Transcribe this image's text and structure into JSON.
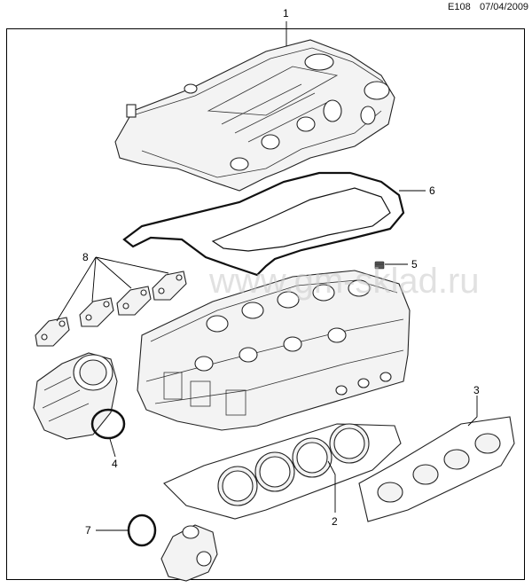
{
  "header": {
    "code": "E108",
    "date": "07/04/2009"
  },
  "watermark": "www.gm-sklad.ru",
  "callouts": [
    {
      "id": "1",
      "label": "1"
    },
    {
      "id": "2",
      "label": "2"
    },
    {
      "id": "3",
      "label": "3"
    },
    {
      "id": "4",
      "label": "4"
    },
    {
      "id": "5",
      "label": "5"
    },
    {
      "id": "6",
      "label": "6"
    },
    {
      "id": "7",
      "label": "7"
    },
    {
      "id": "8",
      "label": "8"
    }
  ]
}
